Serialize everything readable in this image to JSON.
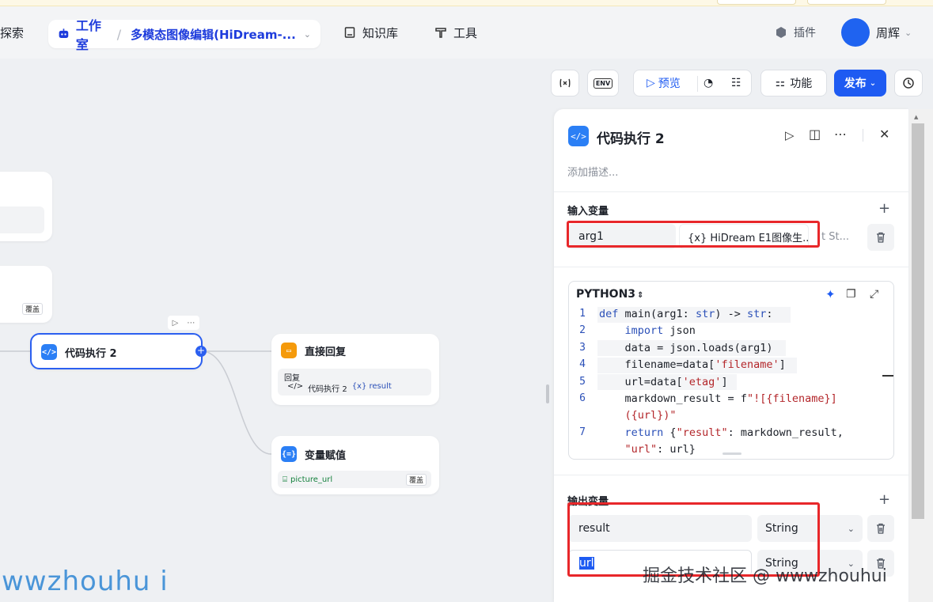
{
  "header": {
    "explore": "探索",
    "studio": "工作室",
    "project": "多模态图像编辑(HiDream-...",
    "knowledge": "知识库",
    "tools": "工具",
    "plugins": "插件",
    "user": "周辉"
  },
  "toolbar": {
    "preview": "预览",
    "features": "功能",
    "publish": "发布",
    "env_label": "ENV"
  },
  "canvas": {
    "node_code": "代码执行 2",
    "node_reply": "直接回复",
    "reply_label": "回复",
    "reply_src": "代码执行 2",
    "reply_var": "{x} result",
    "node_assign": "变量赋值",
    "assign_var": "picture_url",
    "overwrite": "覆盖"
  },
  "panel": {
    "title": "代码执行 2",
    "description_placeholder": "添加描述...",
    "input_section": "输入变量",
    "input_var_name": "arg1",
    "input_var_value": "{x} HiDream E1图像生...",
    "input_var_trail": "t St...",
    "code_lang": "PYTHON3",
    "code_line_numbers": [
      "1",
      "2",
      "3",
      "4",
      "5",
      "6",
      "",
      "7",
      ""
    ],
    "output_section": "输出变量",
    "outputs": [
      {
        "name": "result",
        "type": "String"
      },
      {
        "name": "url",
        "type": "String"
      }
    ]
  },
  "watermark": {
    "left": "wwzhouhu i",
    "right": "掘金技术社区 @ wwwzhouhui"
  },
  "colors": {
    "brand": "#1e5bf2",
    "highlight_red": "#e8272a",
    "code_keyword": "#2b50b8",
    "code_string": "#b3262a"
  }
}
